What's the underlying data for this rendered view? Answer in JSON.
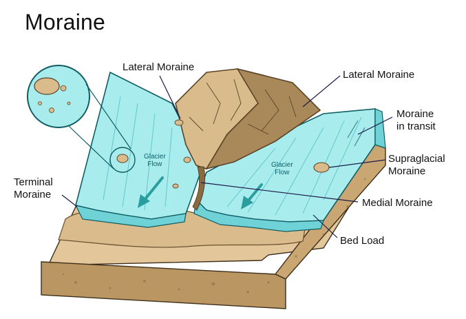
{
  "title": "Moraine",
  "labels": {
    "lateral_moraine_left": "Lateral Moraine",
    "lateral_moraine_right": "Lateral Moraine",
    "moraine_in_transit": [
      "Moraine",
      "in transit"
    ],
    "supraglacial_moraine": [
      "Supraglacial",
      "Moraine"
    ],
    "terminal_moraine": [
      "Terminal",
      "Moraine"
    ],
    "medial_moraine": "Medial Moraine",
    "bed_load": "Bed Load"
  },
  "flow_labels": {
    "left": [
      "Glacier",
      "Flow"
    ],
    "right": [
      "Glacier",
      "Flow"
    ]
  },
  "colors": {
    "ice": "#a8ecee",
    "ice_shadow": "#6fd2d6",
    "ice_edge": "#0f5c63",
    "rock_light": "#d9bb8c",
    "rock_dark": "#a9895a",
    "ground_top": "#e3c699",
    "ground_side": "#c9a672",
    "ground_front": "#b99662",
    "arrow": "#2a9e9e",
    "leader": "#1a1a4a",
    "text": "#111111"
  }
}
